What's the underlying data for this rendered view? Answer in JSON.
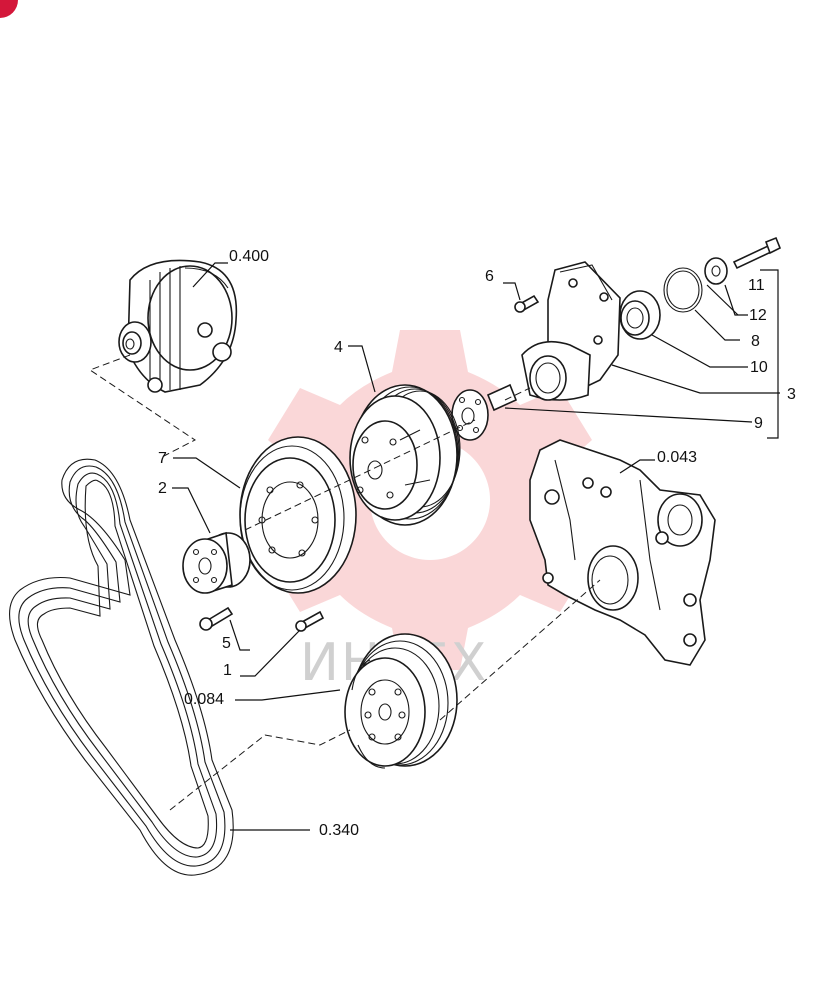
{
  "watermark": {
    "text": "ИНТЕХ",
    "color": "#e8474e"
  },
  "corner_badge_color": "#d4173a",
  "labels": {
    "alternator": "0.400",
    "bolt_6": "6",
    "item_11": "11",
    "item_12": "12",
    "item_8": "8",
    "item_10": "10",
    "item_3": "3",
    "item_9": "9",
    "item_4": "4",
    "timing_cover": "0.043",
    "item_7": "7",
    "item_2": "2",
    "item_5": "5",
    "item_1": "1",
    "crank_pulley": "0.084",
    "belt": "0.340"
  }
}
